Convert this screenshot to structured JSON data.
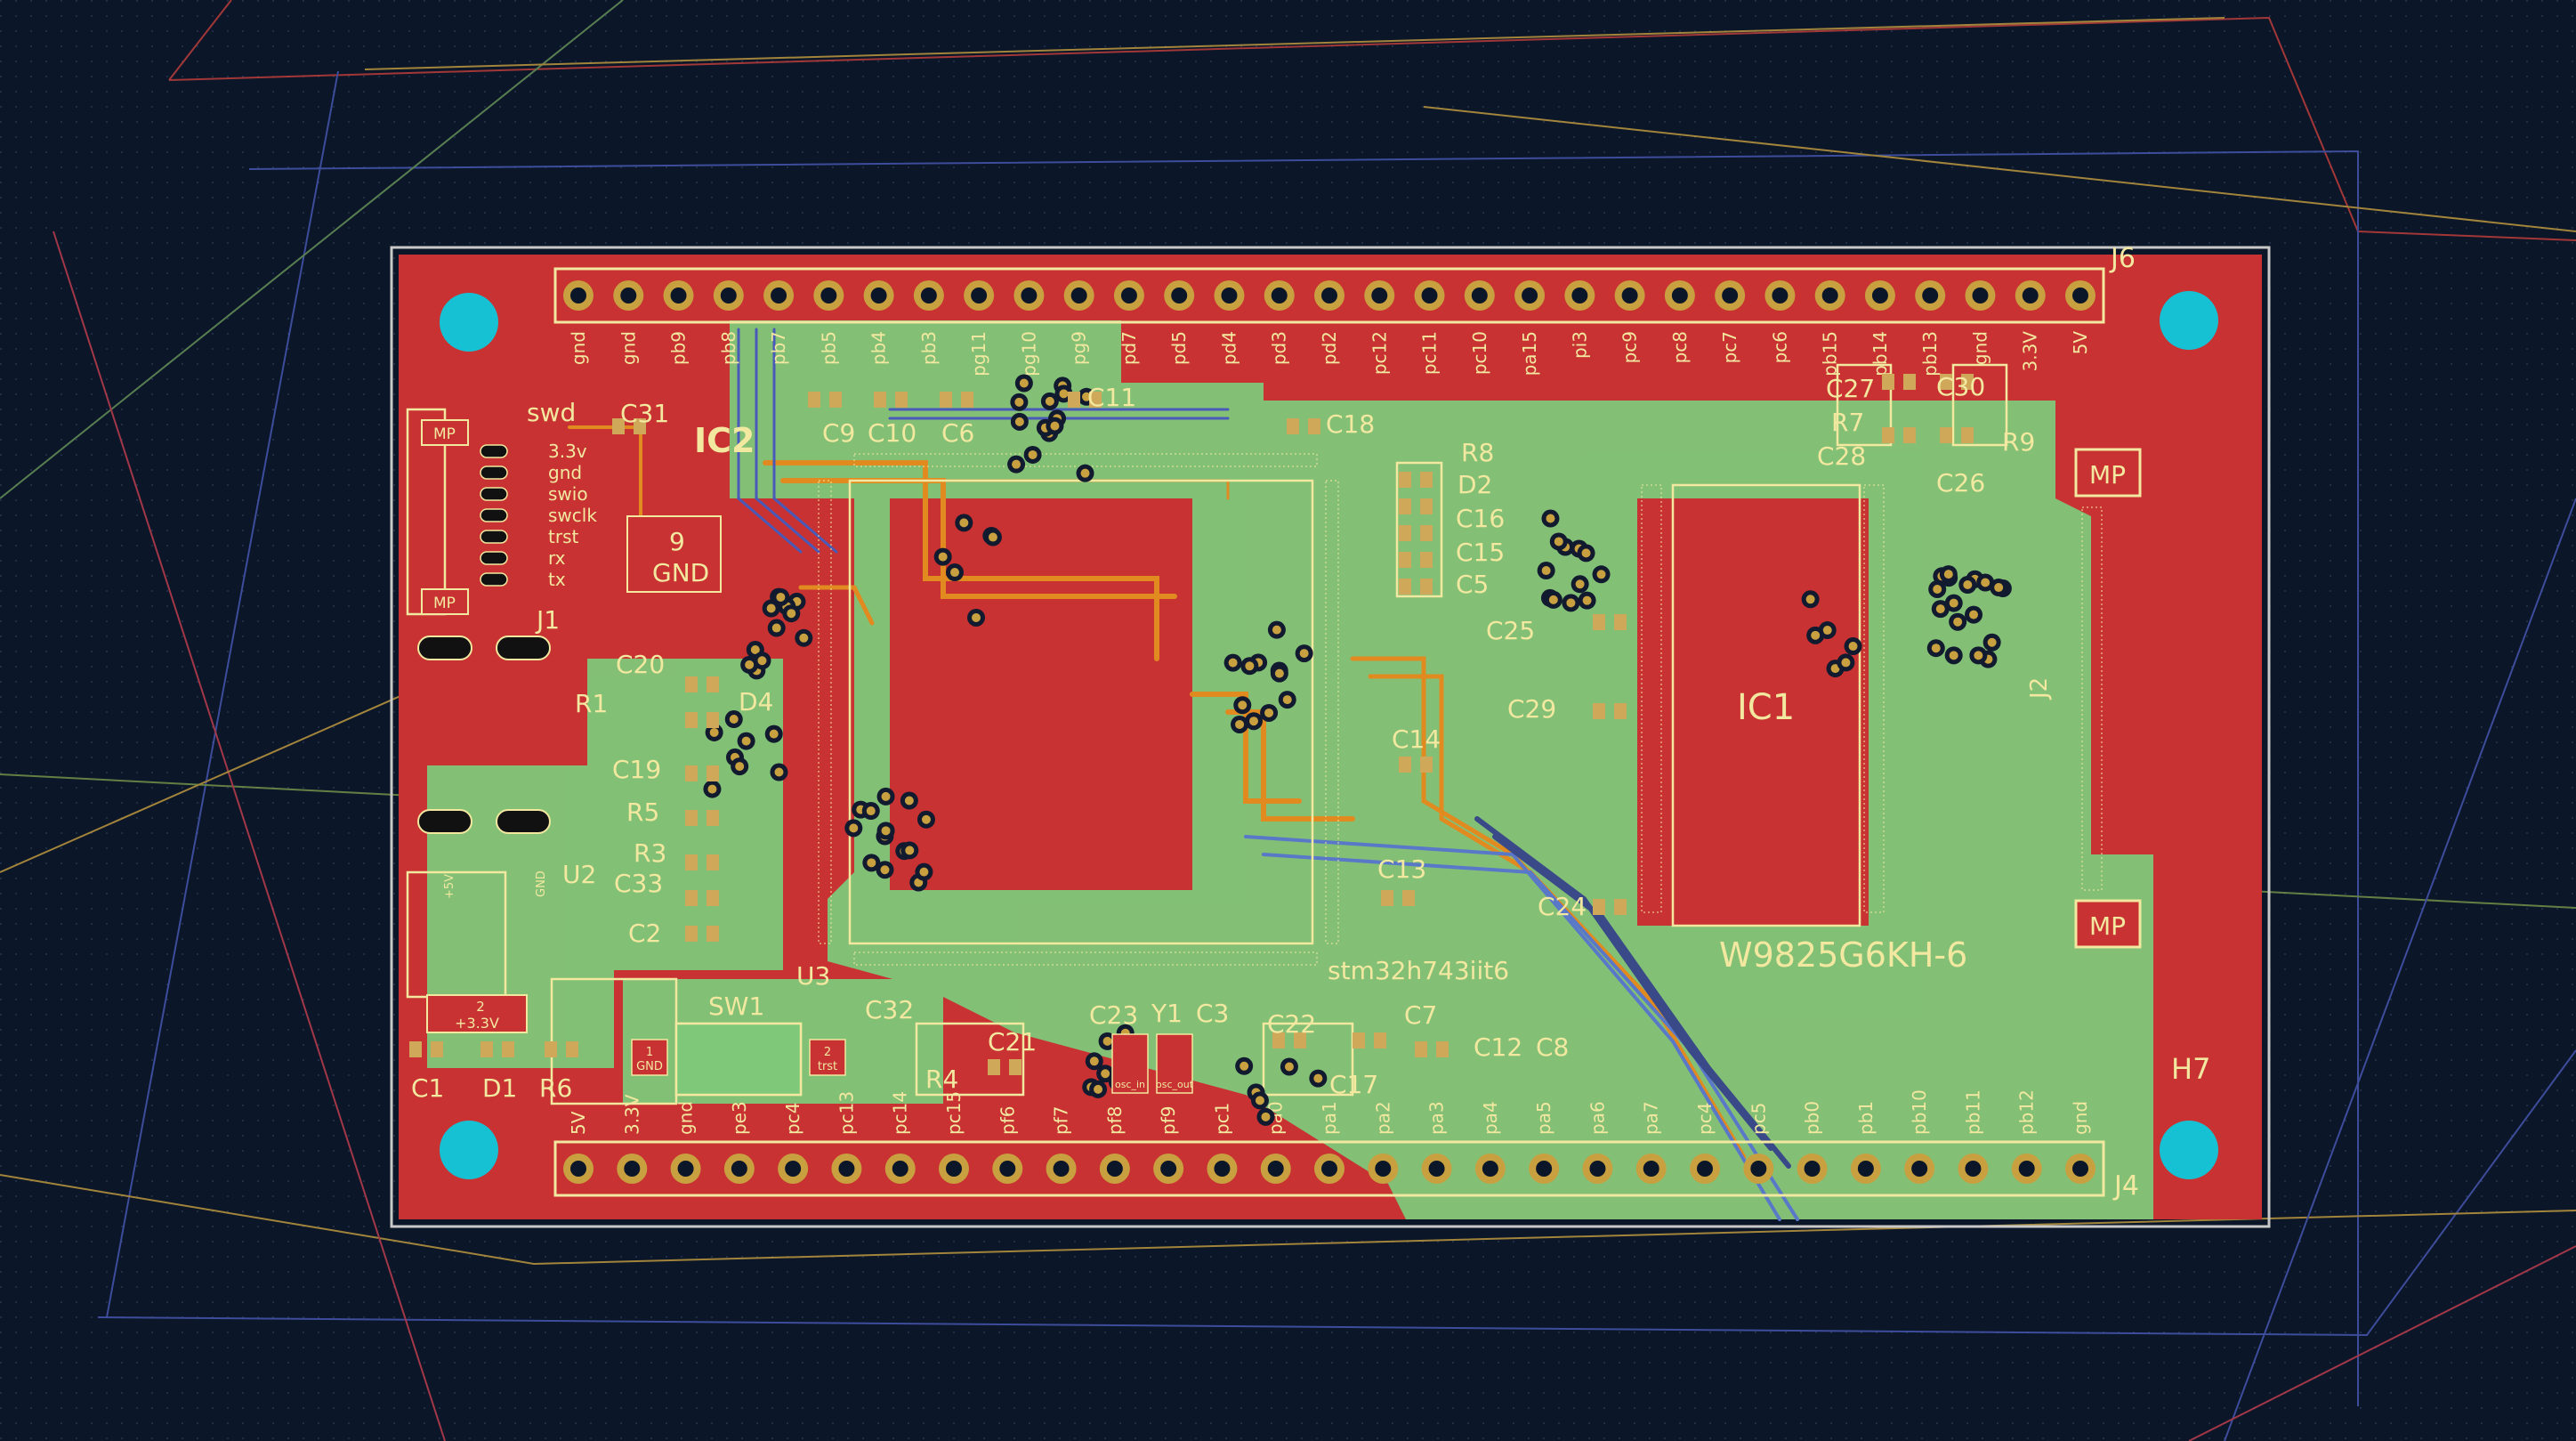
{
  "colors": {
    "background": "#0b1629",
    "board_copper": "#c83232",
    "plane": "#7fc87a",
    "silkscreen": "#f2e8a0",
    "outline": "#c8c8c8",
    "mounting_hole": "#17c1d4",
    "trace_orange": "#e08a20",
    "via_blue": "#5a78c8"
  },
  "board": {
    "mounting_hole_label": "H7",
    "ic1": {
      "ref": "IC1",
      "part": "W9825G6KH-6"
    },
    "ic2": {
      "ref": "IC2",
      "pad": "9",
      "pad_label": "GND"
    },
    "u3": {
      "ref": "U3",
      "part": "stm32h743iit6"
    },
    "u2": {
      "ref": "U2",
      "pin_5v": "+5V",
      "pin_gnd": "GND",
      "pin_out": "+3.3V",
      "pin_num": "2"
    },
    "j1": {
      "ref": "J1",
      "mp_top": "MP",
      "mp_bottom": "MP"
    },
    "j2": {
      "ref": "J2",
      "mp_top": "MP",
      "mp_bottom": "MP"
    },
    "swd": {
      "title": "swd",
      "pins": [
        "3.3v",
        "gnd",
        "swio",
        "swclk",
        "trst",
        "rx",
        "tx"
      ]
    },
    "sw1": {
      "ref": "SW1",
      "pin1": "GND",
      "pin1_num": "1",
      "pin2": "trst",
      "pin2_num": "2"
    },
    "top_header": {
      "ref": "J6",
      "labels": [
        "gnd",
        "gnd",
        "pb9",
        "pb8",
        "pb7",
        "pb5",
        "pb4",
        "pb3",
        "pg11",
        "pg10",
        "pg9",
        "pd7",
        "pd5",
        "pd4",
        "pd3",
        "pd2",
        "pc12",
        "pc11",
        "pc10",
        "pa15",
        "pi3",
        "pc9",
        "pc8",
        "pc7",
        "pc6",
        "pb15",
        "pb14",
        "pb13",
        "gnd",
        "3.3V",
        "5V"
      ]
    },
    "bottom_header": {
      "ref": "J4",
      "labels": [
        "5V",
        "3.3V",
        "gnd",
        "pe3",
        "pc4",
        "pc13",
        "pc14",
        "pc15",
        "pf6",
        "pf7",
        "pf8",
        "pf9",
        "pc1",
        "pa0",
        "pa1",
        "pa2",
        "pa3",
        "pa4",
        "pa5",
        "pa6",
        "pa7",
        "pc4",
        "pc5",
        "pb0",
        "pb1",
        "pb10",
        "pb11",
        "pb12",
        "gnd"
      ]
    },
    "components": {
      "C1": "C1",
      "C2": "C2",
      "C3": "C3",
      "C5": "C5",
      "C6": "C6",
      "C7": "C7",
      "C8": "C8",
      "C9": "C9",
      "C10": "C10",
      "C11": "C11",
      "C12": "C12",
      "C13": "C13",
      "C14": "C14",
      "C15": "C15",
      "C16": "C16",
      "C17": "C17",
      "C18": "C18",
      "C19": "C19",
      "C20": "C20",
      "C21": "C21",
      "C22": "C22",
      "C23": "C23",
      "C24": "C24",
      "C25": "C25",
      "C26": "C26",
      "C27": "C27",
      "C28": "C28",
      "C29": "C29",
      "C30": "C30",
      "C31": "C31",
      "C32": "C32",
      "C33": "C33",
      "D1": "D1",
      "D2": "D2",
      "D4": "D4",
      "R1": "R1",
      "R3": "R3",
      "R4": "R4",
      "R5": "R5",
      "R6": "R6",
      "R7": "R7",
      "R8": "R8",
      "R9": "R9",
      "Y1": "Y1",
      "osc_in": "osc_in",
      "osc_out": "osc_out",
      "gnd_small": "gnd"
    }
  }
}
